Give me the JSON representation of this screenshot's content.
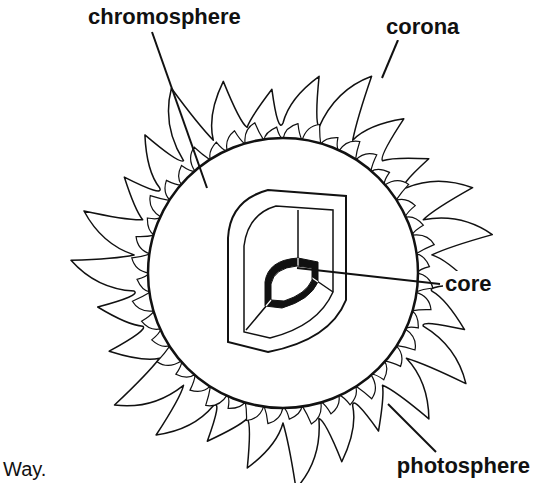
{
  "diagram": {
    "labels": [
      "chromosphere",
      "corona",
      "core",
      "photosphere",
      "Way."
    ]
  }
}
